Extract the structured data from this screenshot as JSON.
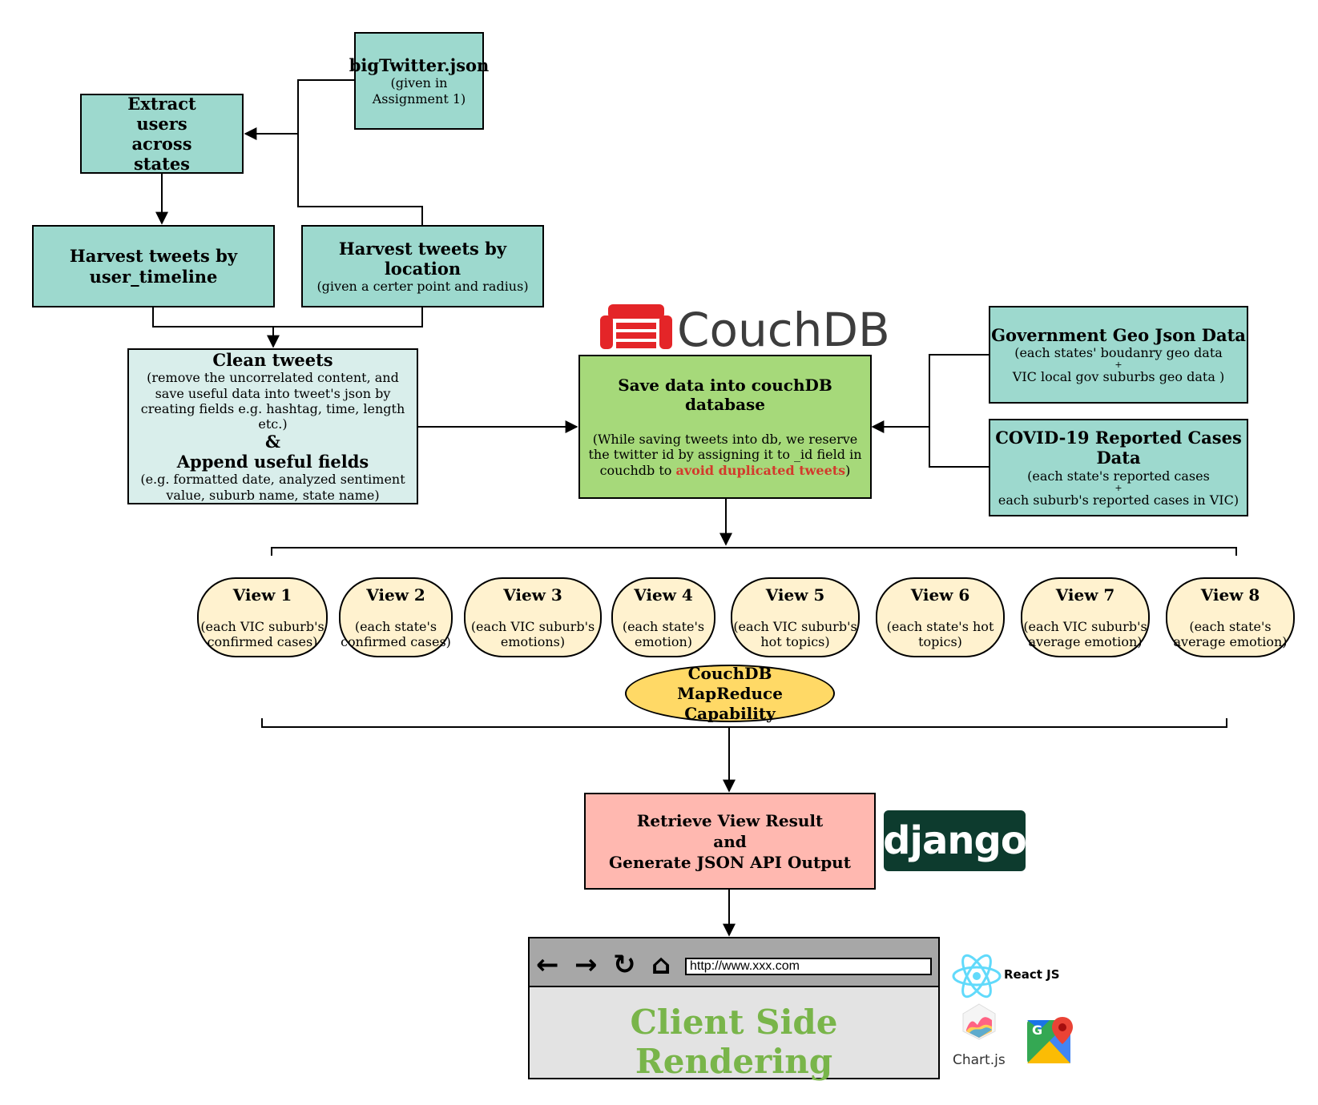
{
  "big_twitter": {
    "title": "bigTwitter.json",
    "note": "(given in Assignment 1)"
  },
  "extract_users": {
    "title": "Extract users across states"
  },
  "harvest_timeline": {
    "title": "Harvest tweets by user_timeline"
  },
  "harvest_location": {
    "title": "Harvest tweets by location",
    "note": "(given a certer point and radius)"
  },
  "clean_tweets": {
    "title": "Clean tweets",
    "note": "(remove the uncorrelated content,  and save useful data into tweet's json by creating fields e.g. hashtag, time, length etc.)",
    "amp": "&",
    "title2": "Append useful fields",
    "note2": "(e.g. formatted date, analyzed sentiment value, suburb name, state name)"
  },
  "couchdb_logo": {
    "text": "CouchDB"
  },
  "save_data": {
    "title": "Save data into couchDB database",
    "note_prefix": "(While saving tweets into db, we reserve the twitter id by assigning it to _id field in couchdb to ",
    "note_highlight": "avoid duplicated tweets",
    "note_suffix": ")"
  },
  "gov_geo": {
    "title": "Government Geo Json Data",
    "line1": "(each states' boudanry geo data",
    "plus": "+",
    "line2": "VIC local gov suburbs geo data )"
  },
  "covid": {
    "title": "COVID-19 Reported Cases Data",
    "line1": "(each state's reported cases",
    "plus": "+",
    "line2": "each suburb's reported cases in VIC)"
  },
  "views": [
    {
      "title": "View 1",
      "desc": "(each VIC suburb's confirmed cases)"
    },
    {
      "title": "View 2",
      "desc": "(each state's confirmed cases)"
    },
    {
      "title": "View 3",
      "desc": "(each VIC suburb's emotions)"
    },
    {
      "title": "View 4",
      "desc": "(each state's emotion)"
    },
    {
      "title": "View 5",
      "desc": "(each VIC suburb's hot topics)"
    },
    {
      "title": "View 6",
      "desc": "(each state's hot topics)"
    },
    {
      "title": "View 7",
      "desc": "(each VIC suburb's average emotion)"
    },
    {
      "title": "View 8",
      "desc": "(each state's average emotion)"
    }
  ],
  "mapreduce": {
    "title": "CouchDB MapReduce Capability"
  },
  "retrieve": {
    "line1": "Retrieve View Result",
    "line2": "and",
    "line3": "Generate JSON API Output"
  },
  "django_logo": {
    "text": "django"
  },
  "browser": {
    "url": "http://www.xxx.com",
    "content": "Client Side Rendering"
  },
  "libraries": {
    "react": "React JS",
    "chartjs": "Chart.js"
  },
  "colors": {
    "teal": "#9dd9ce",
    "pale_teal": "#d9eeeb",
    "green": "#a6d97a",
    "pink": "#ffb8b0",
    "view_fill": "#fff2cf",
    "mapreduce_fill": "#ffd966",
    "highlight_red": "#d33a2c",
    "couch_red": "#e42528",
    "django_green": "#0d3b2e",
    "react_blue": "#61dafb",
    "render_green": "#79b54a"
  }
}
